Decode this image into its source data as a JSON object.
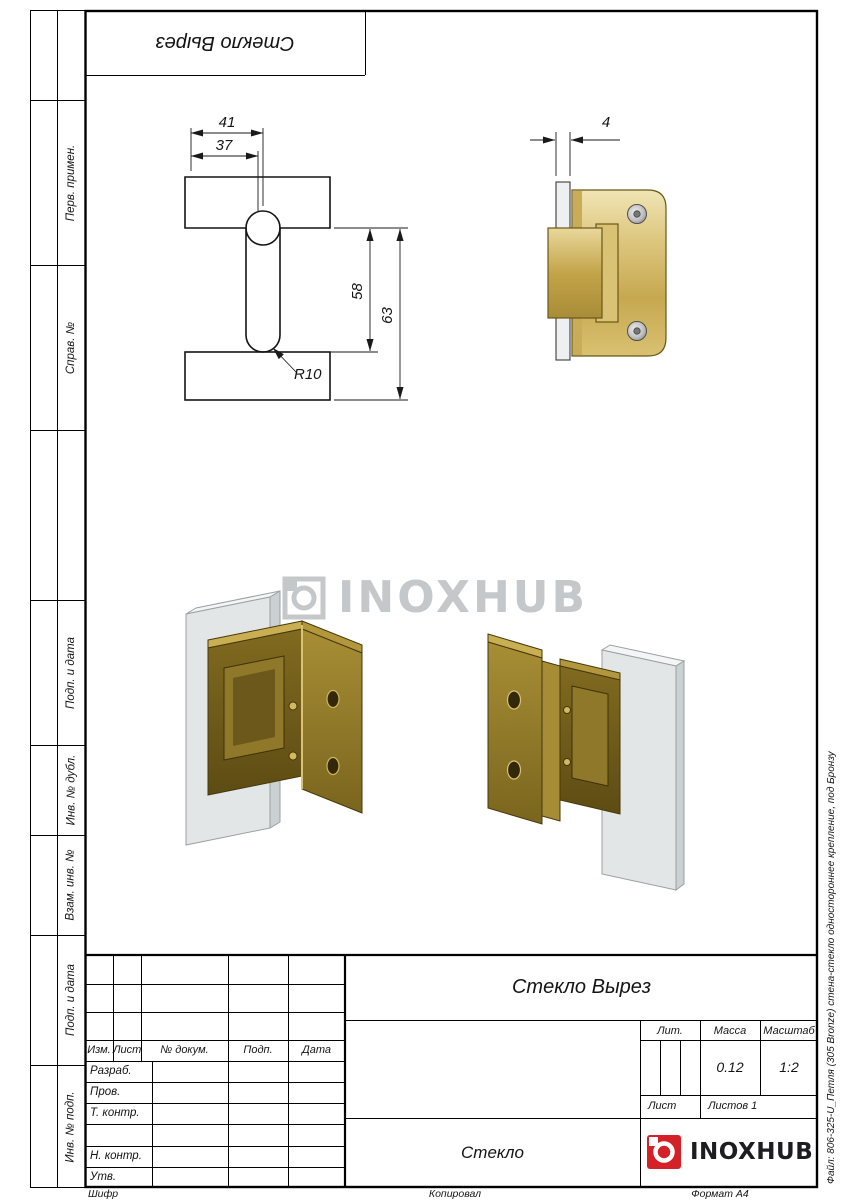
{
  "sheet": {
    "stamp_top_title": "Стекло Вырез",
    "side_note": "Файл: 806-325-U_Петля (305 Bronze) стена-стекло одностороннее крепление, под Бронзу",
    "left_margin_labels": [
      "Перв. примен.",
      "Справ. №",
      "Подп. и дата",
      "Инв. № дубл.",
      "Взам. инв. №",
      "Подп. и дата",
      "Инв. № подп."
    ],
    "footer": {
      "code_label": "Шифр",
      "copied_label": "Копировал",
      "format_label": "Формат А4"
    }
  },
  "drawing": {
    "dims": {
      "width_outer": "41",
      "width_inner": "37",
      "depth_inner": "58",
      "depth_outer": "63",
      "radius": "R10",
      "glass_thickness": "4"
    }
  },
  "watermark": {
    "text": "INOXHUB"
  },
  "title_block": {
    "revision_header": [
      "Изм.",
      "Лист",
      "№ докум.",
      "Подп.",
      "Дата"
    ],
    "signature_rows": [
      "Разраб.",
      "Пров.",
      "Т. контр.",
      "Н. контр.",
      "Утв."
    ],
    "doc_title": "Стекло Вырез",
    "lit_label": "Лит.",
    "mass_label": "Масса",
    "scale_label": "Масштаб",
    "mass_value": "0.12",
    "scale_value": "1:2",
    "sheet_label": "Лист",
    "sheets_label": "Листов 1",
    "material": "Стекло",
    "brand": "INOXHUB"
  },
  "colors": {
    "brass": "#c6a850",
    "bronze": "#6e591b",
    "glass": "#e2e6e7",
    "logo_red": "#d42127",
    "watermark_gray": "#c5c8ca"
  }
}
